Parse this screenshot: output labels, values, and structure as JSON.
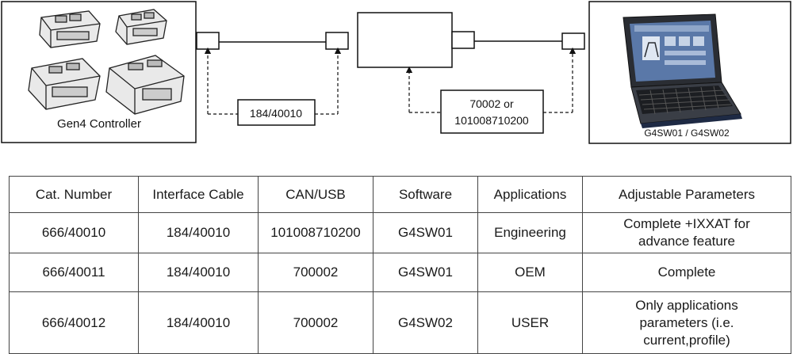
{
  "diagram": {
    "controller_label": "Gen4 Controller",
    "cable_label": "184/40010",
    "adapter_label_line1": "70002 or",
    "adapter_label_line2": "101008710200",
    "laptop_label": "G4SW01 / G4SW02"
  },
  "table": {
    "headers": [
      "Cat. Number",
      "Interface Cable",
      "CAN/USB",
      "Software",
      "Applications",
      "Adjustable Parameters"
    ],
    "rows": [
      {
        "cat": "666/40010",
        "cable": "184/40010",
        "canusb": "101008710200",
        "software": "G4SW01",
        "app": "Engineering",
        "params": [
          "Complete +IXXAT for",
          "advance feature"
        ]
      },
      {
        "cat": "666/40011",
        "cable": "184/40010",
        "canusb": "700002",
        "software": "G4SW01",
        "app": "OEM",
        "params": [
          "Complete"
        ]
      },
      {
        "cat": "666/40012",
        "cable": "184/40010",
        "canusb": "700002",
        "software": "G4SW02",
        "app": "USER",
        "params": [
          "Only applications",
          "parameters (i.e.",
          "current,profile)"
        ]
      }
    ]
  },
  "colors": {
    "line": "#111111",
    "screen": "#5a78a8",
    "laptop_body": "#2a2d33"
  }
}
